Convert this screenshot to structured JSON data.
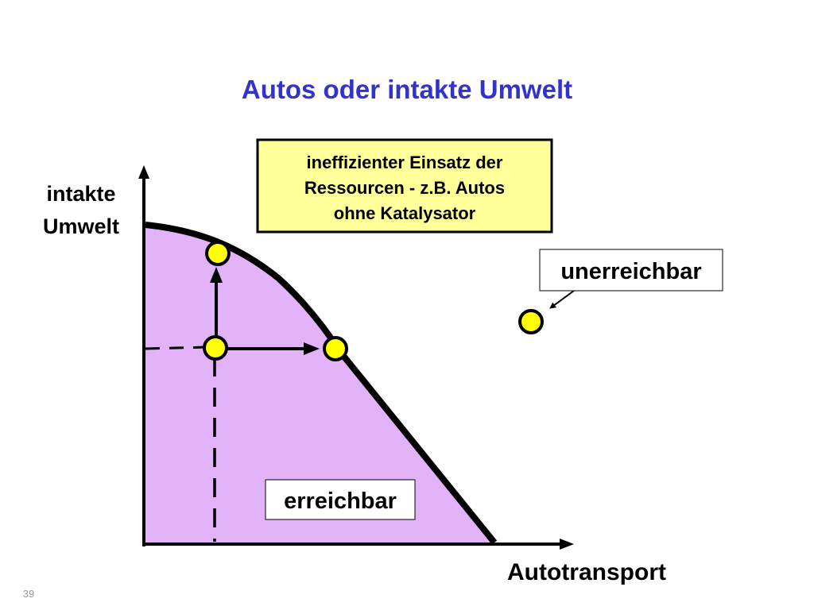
{
  "title": "Autos oder intakte Umwelt",
  "y_axis_label": [
    "intakte",
    "Umwelt"
  ],
  "x_axis_label": "Autotransport",
  "note_box": [
    "ineffizienter Einsatz der",
    "Ressourcen - z.B. Autos",
    "ohne Katalysator"
  ],
  "label_unreachable": "unerreichbar",
  "label_reachable": "erreichbar",
  "page_number": "39",
  "colors": {
    "title": "#3333cc",
    "region_fill": "#e3b3f9",
    "note_fill": "#ffff99",
    "point_fill": "#ffff00",
    "line": "#000000"
  }
}
